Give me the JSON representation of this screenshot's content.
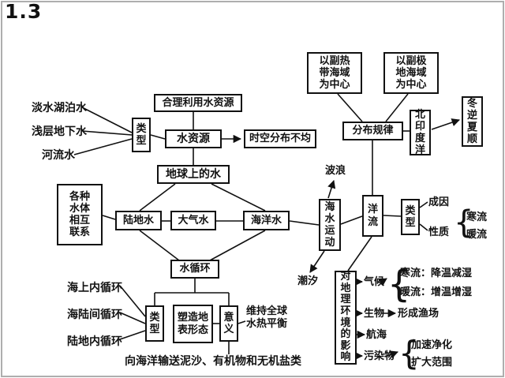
{
  "title": "1.3",
  "glyphs": {
    "brace": "{"
  },
  "top_branch": {
    "rational_use": "合理利用水资源",
    "subtropical_center": "以副热\n带海域\n为中心",
    "subpolar_center": "以副极\n地海域\n为中心",
    "distribution_rule": "分布规律",
    "north_indian_ocean": "北\n印\n度\n洋",
    "winter_counter_summer_clockwise": "冬\n逆\n夏\n顺"
  },
  "water_resources_branch": {
    "freshwater_lake": "淡水湖泊水",
    "shallow_groundwater": "浅层地下水",
    "river_water": "河流水",
    "type": "类\n型",
    "water_resources": "水资源",
    "uneven_distribution": "时空分布不均"
  },
  "center": {
    "earth_water": "地球上的水",
    "interconnected_bodies": "各种\n水体\n相互\n联系",
    "land_water": "陆地水",
    "atmospheric_water": "大气水",
    "ocean_water": "海洋水",
    "water_cycle": "水循环"
  },
  "water_cycle_branch": {
    "type": "类\n型",
    "sea_internal_cycle": "海上内循环",
    "sea_land_cycle": "海陆间循环",
    "land_internal_cycle": "陆地内循环",
    "shape_surface": "塑造地\n表形态",
    "significance": "意\n义",
    "maintain_balance": "维持全球\n水热平衡",
    "transport_note": "向海洋输送泥沙、有机物和无机盐类"
  },
  "ocean_branch": {
    "wave": "波浪",
    "sea_water_motion": "海\n水\n运\n动",
    "tide": "潮汐",
    "ocean_current": "洋\n流",
    "type": "类\n型",
    "cause": "成因",
    "nature": "性质",
    "cold_current": "寒流",
    "warm_current": "暖流",
    "impact": "对\n地\n理\n环\n境\n的\n影\n响",
    "climate": "气候",
    "cold_effect": "寒流：降温减湿",
    "warm_effect": "暖流：增温增湿",
    "biology": "生物",
    "fishery": "形成渔场",
    "navigation": "航海",
    "pollutant": "污染物",
    "purify": "加速净化",
    "expand_range": "扩大范围"
  }
}
